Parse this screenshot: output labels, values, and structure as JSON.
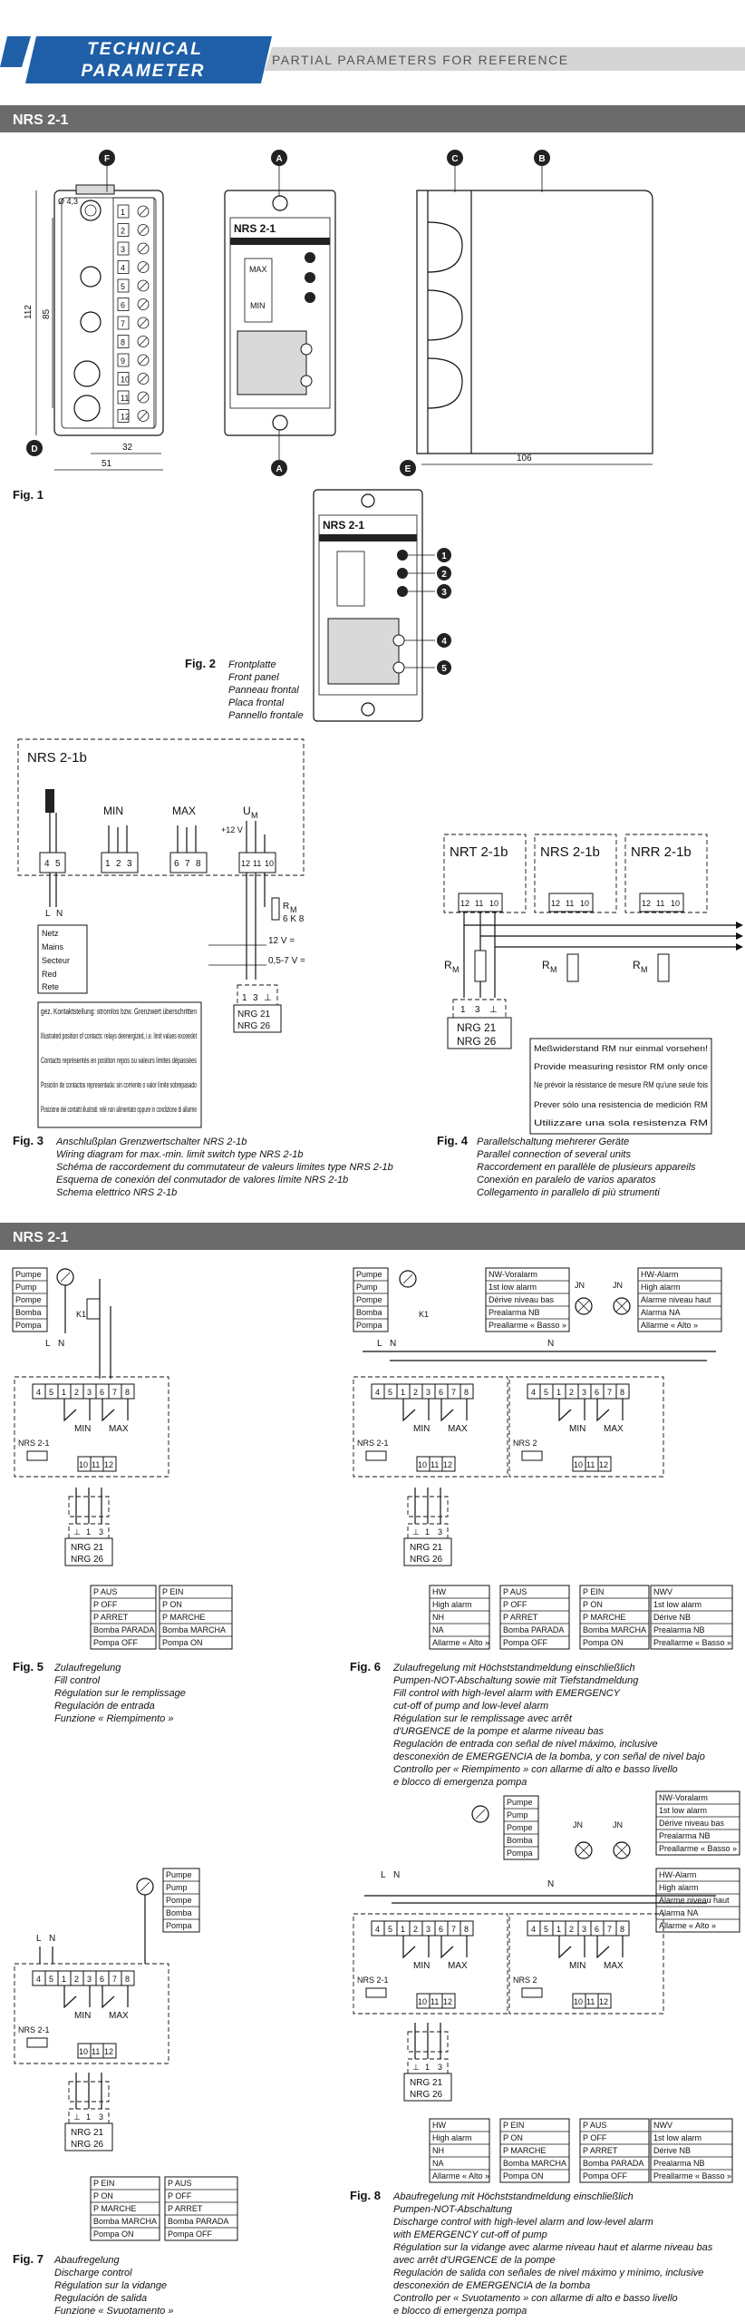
{
  "header": {
    "title_line1": "TECHNICAL",
    "title_line2": "PARAMETER",
    "subtitle": "PARTIAL PARAMETERS FOR REFERENCE",
    "accent": "#1f5fa8",
    "bar_color": "#6b6b6b"
  },
  "sections": [
    {
      "title": "NRS 2-1"
    },
    {
      "title": "NRS 2-1"
    }
  ],
  "fig1": {
    "label": "Fig. 1",
    "callouts": [
      "F",
      "A",
      "C",
      "B",
      "D",
      "A",
      "E"
    ],
    "dims": {
      "h112": "112",
      "h85": "85",
      "w32": "32",
      "w51": "51",
      "w106": "106",
      "d43": "Ø 4,3"
    },
    "front_title": "NRS 2-1",
    "max_label": "MAX",
    "min_label": "MIN",
    "terminals": [
      "1",
      "2",
      "3",
      "4",
      "5",
      "6",
      "7",
      "8",
      "9",
      "10",
      "11",
      "12"
    ]
  },
  "fig2": {
    "label": "Fig. 2",
    "front_title": "NRS 2-1",
    "callouts": [
      "1",
      "2",
      "3",
      "4",
      "5"
    ],
    "lines": [
      "Frontplatte",
      "Front panel",
      "Panneau frontal",
      "Placa frontal",
      "Pannello frontale"
    ]
  },
  "fig3": {
    "label": "Fig. 3",
    "device": "NRS 2-1b",
    "min": "MIN",
    "max": "MAX",
    "um": "U",
    "um_sub": "M",
    "v12": "+12 V",
    "l": "L",
    "n": "N",
    "rm": "R",
    "rm_sub": "M",
    "rm_val": "6 K 8",
    "v12eq": "12 V =",
    "v05": "0,5-7 V =",
    "probe": [
      "NRG 21",
      "NRG 26"
    ],
    "terms_a": [
      "4",
      "5"
    ],
    "terms_b": [
      "1",
      "2",
      "3"
    ],
    "terms_c": [
      "6",
      "7",
      "8"
    ],
    "terms_d": [
      "12",
      "11",
      "10"
    ],
    "probe_terms": [
      "1",
      "3",
      "⊥"
    ],
    "mains": [
      "Netz",
      "Mains",
      "Secteur",
      "Red",
      "Rete"
    ],
    "notes": [
      "gez. Kontaktstellung: stromlos bzw. Grenzwert überschritten",
      "Illustrated position of contacts: relays deenergized, i.e. limit values exceedet",
      "Contacts représentés en position repos ou valeurs limites dépassées",
      "Posición de contactos representada: sin corriente o valor límite sobrepasado",
      "Posizione dei contatti illustrati: relè non alimentato oppure in condizione di allarme"
    ],
    "caption": [
      "Anschlußplan Grenzwertschalter NRS 2-1b",
      "Wiring diagram for max.-min. limit switch type NRS 2-1b",
      "Schéma de raccordement du commutateur de valeurs limites type NRS 2-1b",
      "Esquema de conexión del conmutador de valores límite NRS 2-1b",
      "Schema elettrico NRS 2-1b"
    ]
  },
  "fig4": {
    "label": "Fig. 4",
    "units": [
      "NRT 2-1b",
      "NRS 2-1b",
      "NRR 2-1b"
    ],
    "terms": [
      "12",
      "11",
      "10"
    ],
    "rm": "R",
    "rm_sub": "M",
    "probe": [
      "NRG 21",
      "NRG 26"
    ],
    "probe_terms": [
      "1",
      "3",
      "⊥"
    ],
    "notes": [
      "Meßwiderstand RM nur einmal vorsehen!",
      "Provide measuring resistor RM only once",
      "Ne prévoir la résistance de mesure RM qu'une seule fois",
      "Prever sólo una resistencia de medición RM",
      "Utilizzare una sola resistenza RM"
    ],
    "caption": [
      "Parallelschaltung mehrerer Geräte",
      "Parallel connection of several units",
      "Raccordement en parallèle de plusieurs appareils",
      "Conexión en paralelo de varios aparatos",
      "Collegamento in parallelo di più strumenti"
    ]
  },
  "common": {
    "pump": [
      "Pumpe",
      "Pump",
      "Pompe",
      "Bomba",
      "Pompa"
    ],
    "terms8": [
      "4",
      "5",
      "1",
      "2",
      "3",
      "6",
      "7",
      "8"
    ],
    "terms3": [
      "10",
      "11",
      "12"
    ],
    "probe_terms": [
      "⊥",
      "1",
      "3"
    ],
    "probe": [
      "NRG 21",
      "NRG 26"
    ],
    "nrs": "NRS 2-1",
    "nrs2": "NRS 2",
    "min": "MIN",
    "max": "MAX",
    "l": "L",
    "n": "N",
    "k1": "K1",
    "jn": "JN",
    "nw": [
      "NW-Voralarm",
      "1st low alarm",
      "Dérive niveau bas",
      "Prealarma NB",
      "Preallarme « Basso »"
    ],
    "hw": [
      "HW-Alarm",
      "High alarm",
      "Alarme niveau haut",
      "Alarma NA",
      "Allarme « Alto »"
    ],
    "hw_small": [
      "HW",
      "High alarm",
      "NH",
      "NA",
      "Allarme « Alto »"
    ],
    "nwv": [
      "NWV",
      "1st low alarm",
      "Dérive NB",
      "Prealarma NB",
      "Preallarme « Basso »"
    ],
    "p_aus": [
      "P AUS",
      "P OFF",
      "P ARRET",
      "Bomba PARADA",
      "Pompa OFF"
    ],
    "p_ein": [
      "P EIN",
      "P ON",
      "P MARCHE",
      "Bomba MARCHA",
      "Pompa ON"
    ]
  },
  "fig5": {
    "label": "Fig. 5",
    "caption": [
      "Zulaufregelung",
      "Fill control",
      "Régulation sur le remplissage",
      "Regulación de entrada",
      "Funzione « Riempimento »"
    ]
  },
  "fig6": {
    "label": "Fig. 6",
    "caption": [
      "Zulaufregelung mit Höchststandmeldung einschließlich",
      "Pumpen-NOT-Abschaltung sowie mit Tiefstandmeldung",
      "Fill control with high-level alarm with EMERGENCY",
      "cut-off of pump and low-level alarm",
      "Régulation sur le remplissage avec arrêt",
      "d'URGENCE de la pompe et alarme niveau bas",
      "Regulación de entrada con señal de nivel máximo, inclusive",
      "desconexión de EMERGENCIA de la bomba, y con señal de nivel bajo",
      "Controllo per « Riempimento » con allarme di alto e basso livello",
      "e blocco di emergenza pompa"
    ]
  },
  "fig7": {
    "label": "Fig. 7",
    "caption": [
      "Abaufregelung",
      "Discharge control",
      "Régulation sur la vidange",
      "Regulación de salida",
      "Funzione « Svuotamento »"
    ]
  },
  "fig8": {
    "label": "Fig. 8",
    "caption": [
      "Abaufregelung mit Höchststandmeldung einschließlich",
      "Pumpen-NOT-Abschaltung",
      "Discharge control with high-level alarm and low-level alarm",
      "with EMERGENCY cut-off of pump",
      "Régulation sur la vidange avec alarme niveau haut et alarme niveau bas",
      "avec arrêt d'URGENCE de la pompe",
      "Regulación de salida con señales de nivel máximo y mínimo, inclusive",
      "desconexión de EMERGENCIA de la bomba",
      "Controllo per « Svuotamento » con allarme di alto e basso livello",
      "e blocco di emergenza pompa"
    ]
  }
}
